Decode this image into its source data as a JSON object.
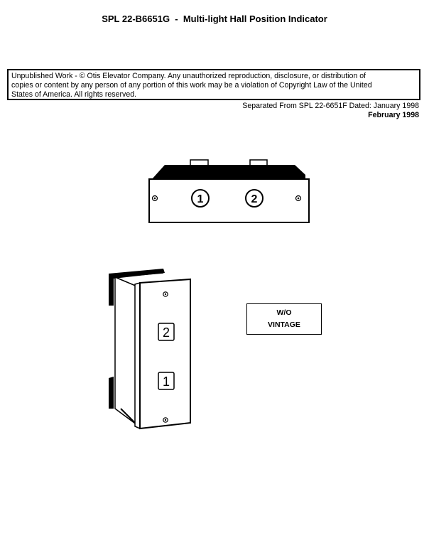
{
  "document": {
    "title": "SPL 22-B6651G  -  Multi-light Hall Position Indicator",
    "notice_lines": [
      "Unpublished Work - © Otis Elevator Company.  Any unauthorized reproduction, disclosure, or distribution of",
      "copies or content by any person of any portion of this work may be a violation of Copyright Law of the United",
      "States of America.  All rights reserved."
    ],
    "separated_from": "Separated From SPL 22-6651F Dated: January 1998",
    "date": "February 1998"
  },
  "figures": {
    "horizontal_indicator": {
      "lights": [
        "1",
        "2"
      ]
    },
    "vertical_indicator": {
      "lights": [
        "2",
        "1"
      ]
    },
    "vintage_label": {
      "line1": "W/O",
      "line2": "VINTAGE"
    }
  },
  "colors": {
    "ink": "#000000",
    "paper": "#ffffff"
  }
}
